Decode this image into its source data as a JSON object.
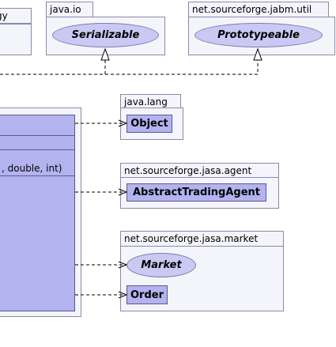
{
  "packages": {
    "left_partial": {
      "name": "gy"
    },
    "java_io": {
      "name": "java.io",
      "item": "Serializable"
    },
    "jabm_util": {
      "name": "net.sourceforge.jabm.util",
      "item": "Prototypeable"
    },
    "java_lang": {
      "name": "java.lang",
      "item": "Object"
    },
    "jasa_agent": {
      "name": "net.sourceforge.jasa.agent",
      "item": "AbstractTradingAgent"
    },
    "jasa_market": {
      "name": "net.sourceforge.jasa.market",
      "interface": "Market",
      "class": "Order"
    }
  },
  "main_class": {
    "method_fragment": ", double, int)"
  },
  "colors": {
    "class_fill": "#b3b3f0",
    "interface_fill": "#c9c9f3",
    "package_fill": "#f4f4fb",
    "package_border": "#8a8aa8"
  }
}
